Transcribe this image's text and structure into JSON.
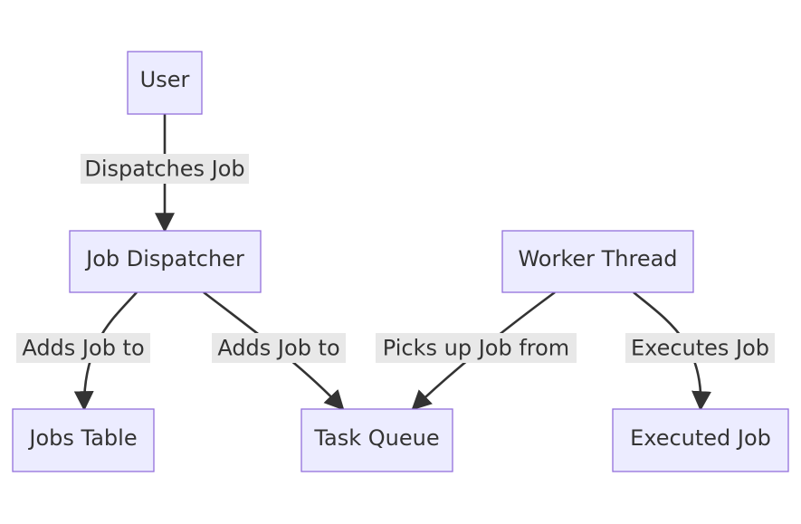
{
  "nodes": {
    "user": "User",
    "job_dispatcher": "Job Dispatcher",
    "worker_thread": "Worker Thread",
    "jobs_table": "Jobs Table",
    "task_queue": "Task Queue",
    "executed_job": "Executed Job"
  },
  "edges": {
    "user_to_dispatcher": "Dispatches Job",
    "dispatcher_to_jobs_table": "Adds Job to",
    "dispatcher_to_task_queue": "Adds Job to",
    "worker_to_task_queue": "Picks up Job from",
    "worker_to_executed_job": "Executes Job"
  },
  "colors": {
    "node_fill": "#ECECFF",
    "node_stroke": "#9370DB",
    "edge": "#333333",
    "label_background": "#E8E8E8"
  }
}
